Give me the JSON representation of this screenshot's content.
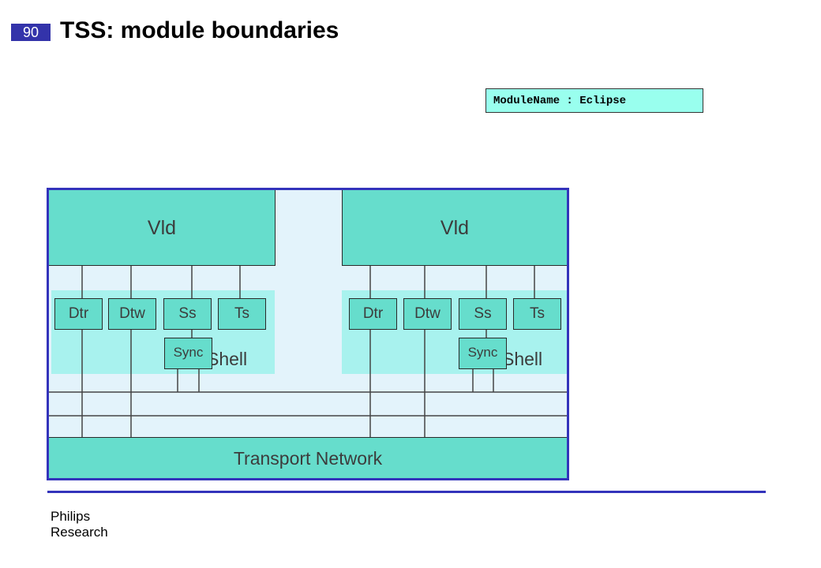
{
  "slide": {
    "number": "90",
    "title": "TSS: module boundaries"
  },
  "module_box": {
    "text": "ModuleName : Eclipse"
  },
  "diagram": {
    "modules": [
      {
        "name": "Vld",
        "shell_label": "Shell",
        "ports": [
          "Dtr",
          "Dtw",
          "Ss",
          "Ts"
        ],
        "sync_label": "Sync"
      },
      {
        "name": "Vld",
        "shell_label": "Shell",
        "ports": [
          "Dtr",
          "Dtw",
          "Ss",
          "Ts"
        ],
        "sync_label": "Sync"
      }
    ],
    "network_label": "Transport Network"
  },
  "footer": {
    "line1": "Philips",
    "line2": "Research"
  },
  "colors": {
    "frame": "#3333bb",
    "block": "#66ddcc",
    "shell": "#a8f2ee",
    "background": "#e3f3fb"
  }
}
